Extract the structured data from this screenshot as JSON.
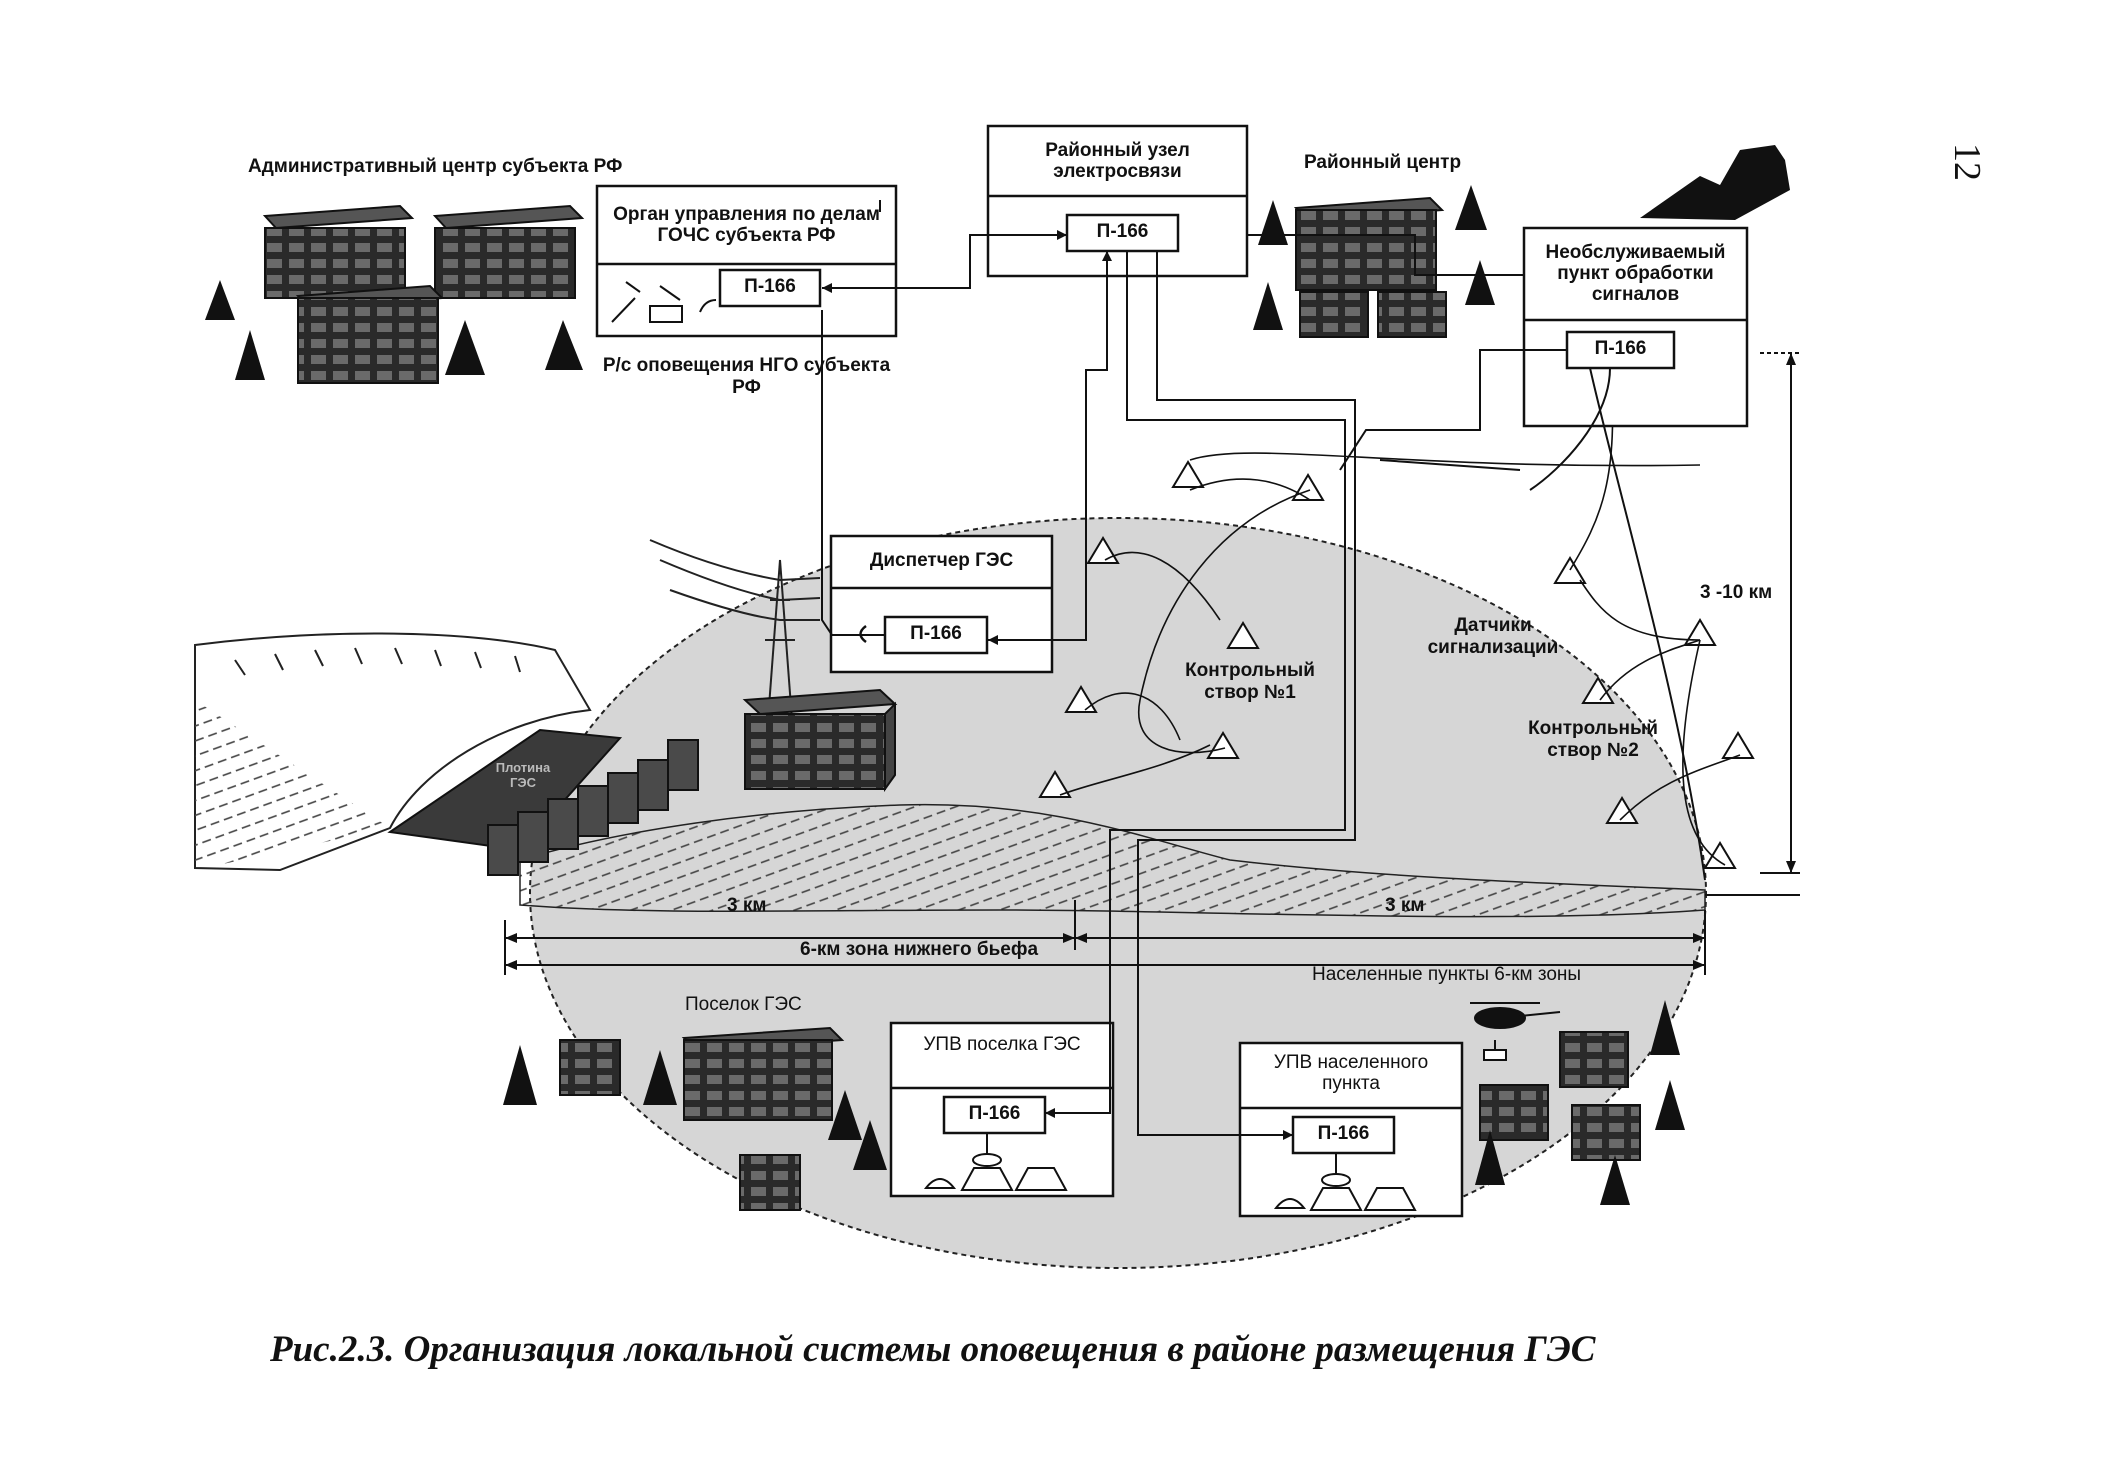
{
  "labels": {
    "admin_center": "Административный центр субъекта РФ",
    "gochs_organ": "Орган управления по делам ГОЧС субъекта РФ",
    "radio_alert": "Р/с оповещения НГО субъекта РФ",
    "district_node": "Районный узел электросвязи",
    "district_center": "Районный центр",
    "unattended_point": "Необслуживаемый пункт обработки сигналов",
    "dispatcher": "Диспетчер ГЭС",
    "dam": "Плотина ГЭС",
    "control_section_1": "Контрольный створ №1",
    "control_section_2": "Контрольный створ №2",
    "sensors": "Датчики сигнализации",
    "distance_3_10": "3 -10 км",
    "km3_left": "3 км",
    "km3_right": "3 км",
    "zone_6km": "6-км зона нижнего бьефа",
    "settlements_6km": "Населенные пункты 6-км зоны",
    "settlement_ges": "Поселок ГЭС",
    "upv_settlement_ges": "УПВ поселка ГЭС",
    "upv_settlement": "УПВ населенного пункта",
    "device": "П-166"
  },
  "caption": "Рис.2.3. Организация локальной системы оповещения в районе размещения ГЭС",
  "page_number": "12"
}
